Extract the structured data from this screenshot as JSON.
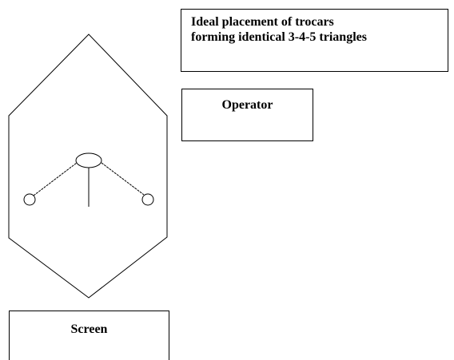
{
  "title": {
    "line1": "Ideal placement of trocars",
    "line2": "forming identical 3-4-5 triangles"
  },
  "operator_label": "Operator",
  "screen_label": "Screen",
  "colors": {
    "stroke": "#000000",
    "background": "#ffffff"
  }
}
